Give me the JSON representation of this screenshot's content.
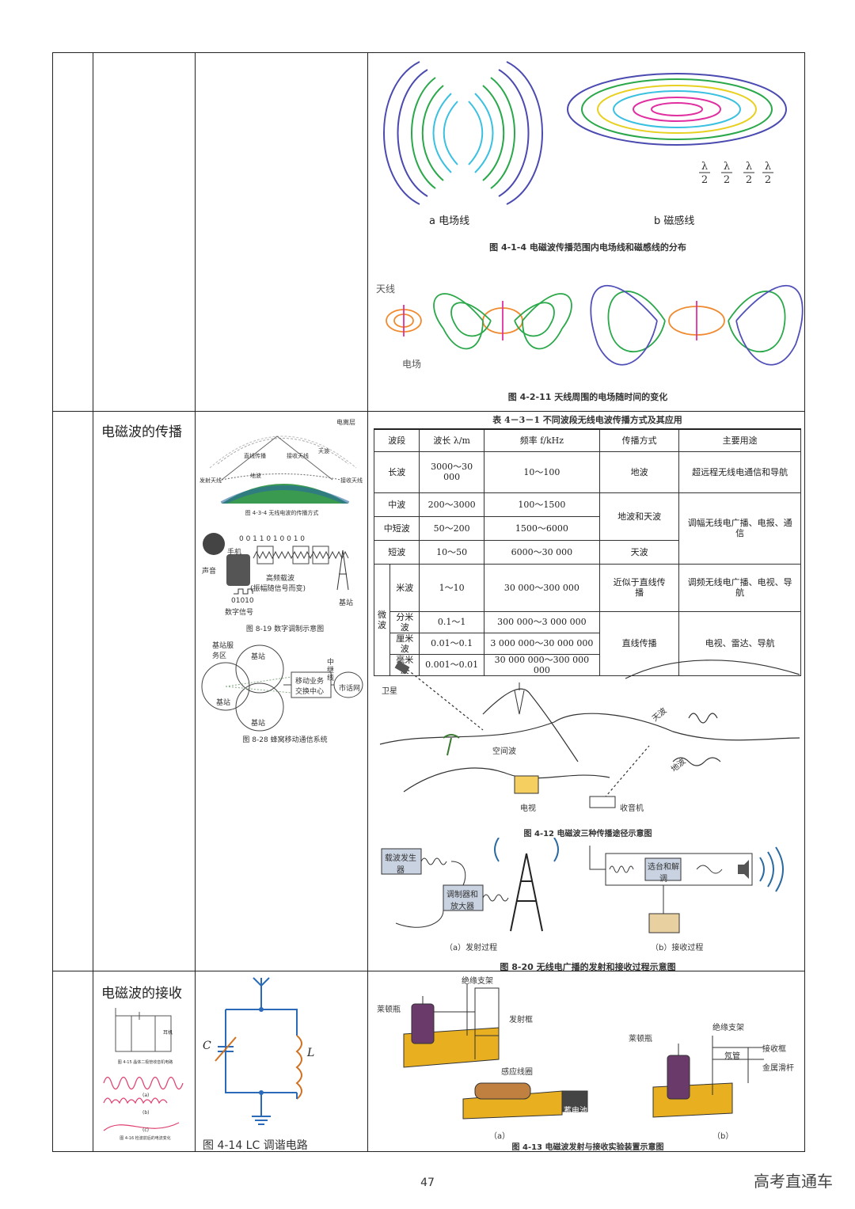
{
  "sections": {
    "propagation": "电磁波的传播",
    "reception": "电磁波的接收"
  },
  "figures": {
    "fig_4_1_4": {
      "caption": "图 4-1-4   电磁波传播范围内电场线和磁感线的分布",
      "label_a": "a 电场线",
      "label_b": "b 磁感线",
      "lambda_marks": [
        "λ/2",
        "λ/2",
        "λ/2",
        "λ/2"
      ]
    },
    "fig_4_2_11": {
      "caption": "图 4-2-11   天线周围的电场随时间的变化",
      "antenna": "天线",
      "field": "电场"
    },
    "fig_4_3_4": {
      "caption": "图 4-3-4   无线电波的传播方式",
      "ionosphere": "电离层",
      "transmit": "发射天线",
      "receive": "接收天线",
      "line_of_sight": "直线传播",
      "receive_antenna": "接收天线",
      "sky": "天波",
      "ground": "地波"
    },
    "fig_8_19": {
      "caption": "图 8-19   数字调制示意图",
      "phone": "手机",
      "sound": "声音",
      "bits_top": "0 0 1 1 0 1 0 0 1 0",
      "carrier": "高频载波",
      "carrier_note": "(振幅随信号而变)",
      "bits": "01010",
      "digital": "数字信号",
      "station": "基站"
    },
    "fig_8_28": {
      "caption": "图 8-28   蜂窝移动通信系统",
      "service_area": "基站服务区",
      "station1": "基站",
      "station2": "基站",
      "station3": "基站",
      "relay": "中继线",
      "msc": "移动业务交换中心",
      "pstn": "市话网"
    },
    "table_4_3_1": {
      "title": "表 4－3－1   不同波段无线电波传播方式及其应用",
      "headers": [
        "波段",
        "波长 λ/m",
        "频率 f/kHz",
        "传播方式",
        "主要用途"
      ],
      "rows": {
        "long": [
          "长波",
          "3000～30 000",
          "10～100",
          "地波",
          "超远程无线电通信和导航"
        ],
        "medium": [
          "中波",
          "200～3000",
          "100～1500"
        ],
        "mshort": [
          "中短波",
          "50～200",
          "1500～6000"
        ],
        "short": [
          "短波",
          "10～50",
          "6000～30 000",
          "天波"
        ],
        "ground_sky": "地波和天波",
        "am_use": "调幅无线电广播、电报、通信",
        "micro_label": "微波",
        "meter": [
          "米波",
          "1～10",
          "30 000～300 000",
          "近似于直线传播",
          "调频无线电广播、电视、导航"
        ],
        "dm": [
          "分米波",
          "0.1～1",
          "300 000～3 000 000"
        ],
        "cm": [
          "厘米波",
          "0.01～0.1",
          "3 000 000～30 000 000"
        ],
        "mm": [
          "毫米波",
          "0.001～0.01",
          "30 000 000～300 000 000"
        ],
        "straight": "直线传播",
        "micro_use": "电视、雷达、导航"
      }
    },
    "fig_4_12": {
      "caption": "图 4-12   电磁波三种传播途径示意图",
      "satellite": "卫星",
      "space_wave": "空间波",
      "sky_wave": "天波",
      "ground_wave": "地波",
      "tv": "电视",
      "radio": "收音机"
    },
    "fig_8_20": {
      "caption": "图 8-20   无线电广播的发射和接收过程示意图",
      "carrier_gen": "载波发生器",
      "modulator": "调制器和放大器",
      "tuner": "选台和解调",
      "a": "（a）发射过程",
      "b": "（b）接收过程"
    },
    "fig_4_15": {
      "caption": "图 4-15   晶体二极管收音机电路",
      "caption2": "图 4-16   检波前后的电流变化",
      "a": "(a)",
      "b": "(b)",
      "c": "(c)",
      "phone": "耳机"
    },
    "fig_4_14": {
      "caption": "图 4-14   LC 调谐电路",
      "C": "C",
      "L": "L"
    },
    "fig_4_13": {
      "caption": "图 4-13   电磁波发射与接收实验装置示意图",
      "insulator": "绝缘支架",
      "leyden": "莱顿瓶",
      "tx_frame": "发射框",
      "coil": "感应线圈",
      "battery": "蓄电池",
      "a": "（a）",
      "leyden_b": "莱顿瓶",
      "insulator_b": "绝缘支架",
      "rx_frame": "接收框",
      "neon": "氖管",
      "rod": "金属滑杆",
      "b": "（b）"
    }
  },
  "footer": {
    "page": "47",
    "watermark": "高考直通车"
  }
}
